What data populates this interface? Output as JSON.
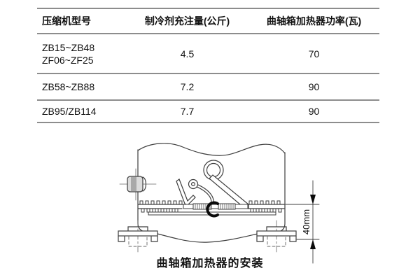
{
  "table": {
    "headers": [
      "压缩机型号",
      "制冷剂充注量(公斤)",
      "曲轴箱加热器功率(瓦)"
    ],
    "rows": [
      {
        "model_line1": "ZB15~ZB48",
        "model_line2": "ZF06~ZF25",
        "charge": "4.5",
        "power": "70"
      },
      {
        "model_line1": "ZB58~ZB88",
        "model_line2": "",
        "charge": "7.2",
        "power": "90"
      },
      {
        "model_line1": "ZB95/ZB114",
        "model_line2": "",
        "charge": "7.7",
        "power": "90"
      }
    ]
  },
  "diagram": {
    "caption": "曲轴箱加热器的安装",
    "dimension_label": "40mm"
  },
  "colors": {
    "rule": "#8d8d8d",
    "text": "#111111",
    "drawing": "#3d3d3d"
  }
}
